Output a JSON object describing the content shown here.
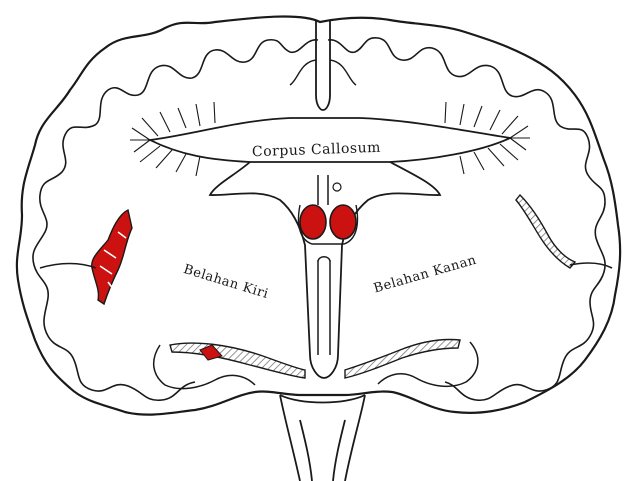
{
  "labels": {
    "corpus_callosum": "Corpus Callosum",
    "left_hemisphere": "Belahan Kiri",
    "right_hemisphere": "Belahan Kanan"
  },
  "colors": {
    "ink": "#1a1a1a",
    "highlight_red": "#cc1111",
    "hatch_gray": "#888888"
  }
}
